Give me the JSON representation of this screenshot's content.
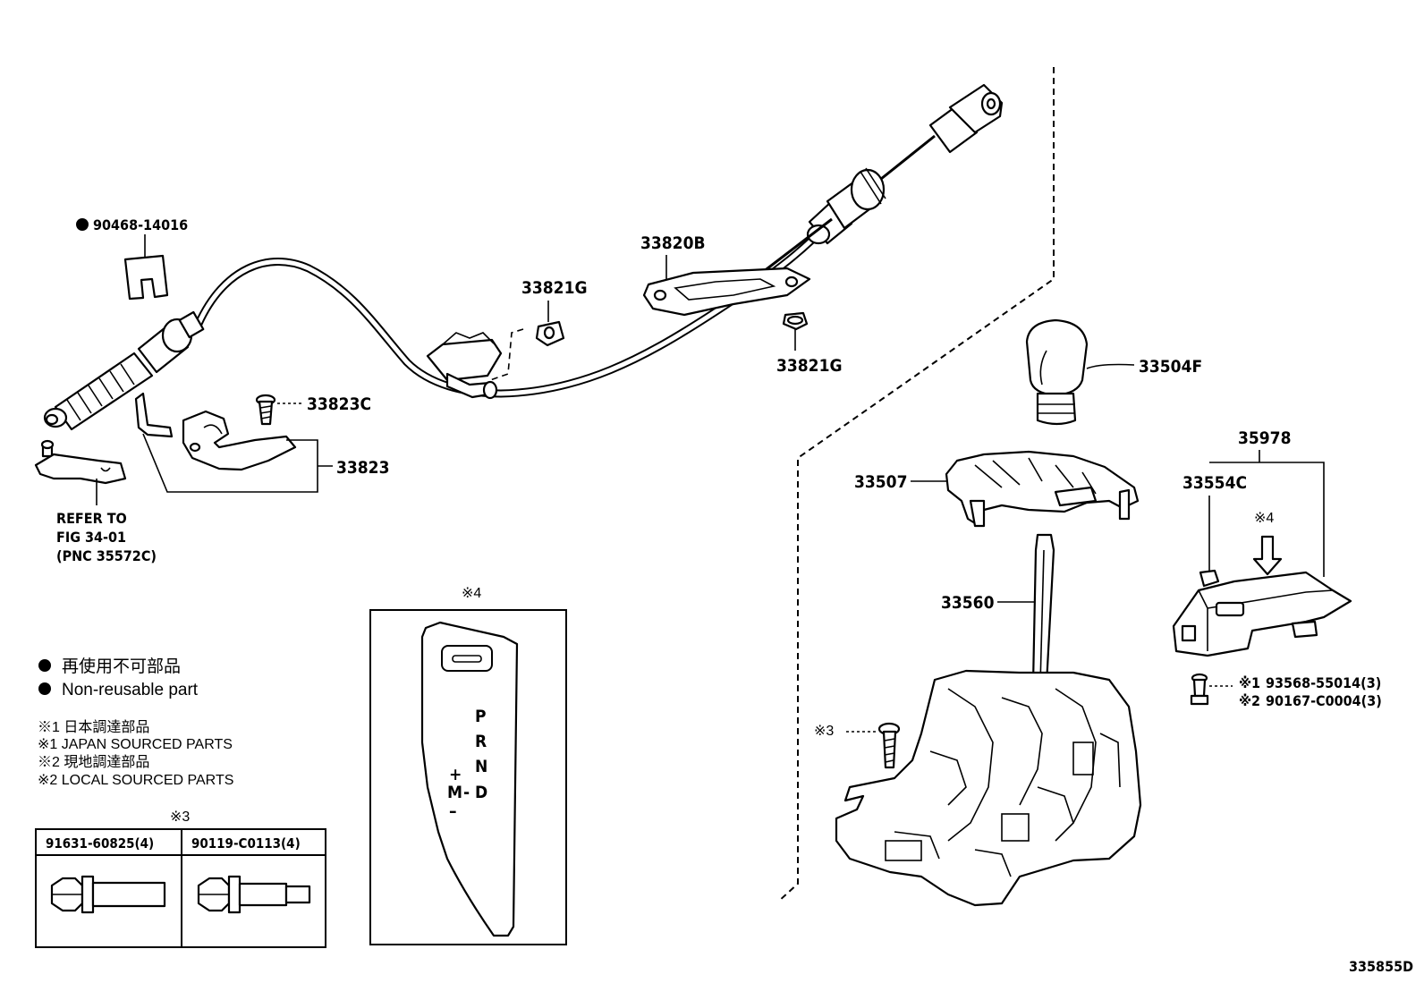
{
  "diagram_id": "335855D",
  "parts": {
    "clip_90468": "90468-14016",
    "p33820B": "33820B",
    "p33821G_top": "33821G",
    "p33821G_bottom": "33821G",
    "p33823C": "33823C",
    "p33823": "33823",
    "p33504F": "33504F",
    "p35978": "35978",
    "p33507": "33507",
    "p33554C": "33554C",
    "p33560": "33560",
    "bolt_pn_1": "93568-55014(3)",
    "bolt_pn_2": "90167-C0004(3)"
  },
  "marks": {
    "note1": "※1",
    "note2": "※2",
    "note3": "※3",
    "note4": "※4"
  },
  "refer": {
    "line1": "REFER TO",
    "line2": "FIG 34-01",
    "line3": "(PNC 35572C)"
  },
  "legend": {
    "non_reusable_jp": "再使用不可部品",
    "non_reusable_en": "Non-reusable part",
    "src1_jp": "※1  日本調達部品",
    "src1_en": "※1  JAPAN SOURCED PARTS",
    "src2_jp": "※2  現地調達部品",
    "src2_en": "※2  LOCAL SOURCED PARTS"
  },
  "bolt_table": {
    "col1": "91631-60825(4)",
    "col2": "90119-C0113(4)"
  },
  "indicator": {
    "P": "P",
    "R": "R",
    "N": "N",
    "D": "D",
    "M": "M",
    "plus": "+",
    "minus": "–",
    "dash": "-"
  }
}
